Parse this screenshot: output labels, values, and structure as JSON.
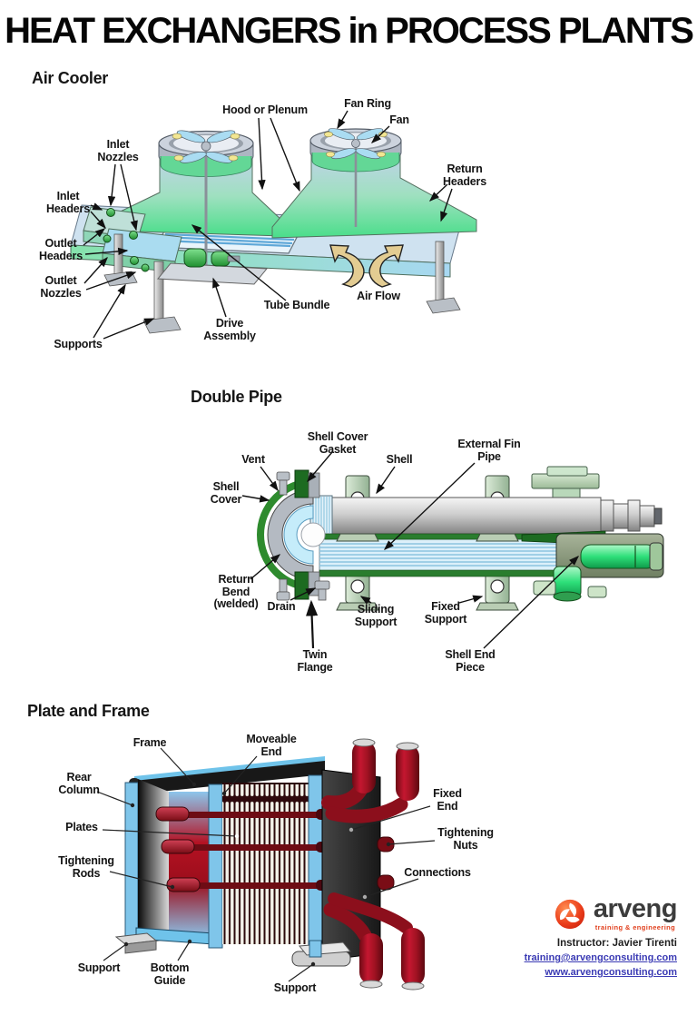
{
  "title": "HEAT EXCHANGERS in PROCESS PLANTS",
  "sections": {
    "air_cooler": {
      "heading": "Air Cooler",
      "labels": {
        "fan_ring": "Fan Ring",
        "fan": "Fan",
        "hood_or_plenum": "Hood or Plenum",
        "return_headers": "Return\nHeaders",
        "inlet_nozzles": "Inlet\nNozzles",
        "inlet_headers": "Inlet\nHeaders",
        "outlet_headers": "Outlet\nHeaders",
        "outlet_nozzles": "Outlet\nNozzles",
        "supports": "Supports",
        "drive_assembly": "Drive\nAssembly",
        "tube_bundle": "Tube Bundle",
        "air_flow": "Air Flow"
      }
    },
    "double_pipe": {
      "heading": "Double Pipe",
      "labels": {
        "shell_cover_gasket": "Shell Cover\nGasket",
        "vent": "Vent",
        "shell_cover": "Shell\nCover",
        "shell": "Shell",
        "external_fin_pipe": "External Fin\nPipe",
        "return_bend": "Return\nBend\n(welded)",
        "drain": "Drain",
        "sliding_support": "Sliding\nSupport",
        "fixed_support": "Fixed\nSupport",
        "twin_flange": "Twin\nFlange",
        "shell_end_piece": "Shell End\nPiece"
      }
    },
    "plate_and_frame": {
      "heading": "Plate and Frame",
      "labels": {
        "frame": "Frame",
        "moveable_end": "Moveable\nEnd",
        "rear_column": "Rear\nColumn",
        "plates": "Plates",
        "tightening_rods": "Tightening\nRods",
        "fixed_end": "Fixed\nEnd",
        "tightening_nuts": "Tightening\nNuts",
        "connections": "Connections",
        "support_left": "Support",
        "bottom_guide": "Bottom\nGuide",
        "support_right": "Support"
      }
    }
  },
  "footer": {
    "logo_text": "arveng",
    "logo_tagline": "training & engineering",
    "instructor": "Instructor: Javier Tirenti",
    "email": "training@arvengconsulting.com",
    "website": "www.arvengconsulting.com"
  },
  "colors": {
    "accent_green": "#35c06a",
    "accent_blue": "#8cc6ec",
    "accent_red": "#b01020",
    "logo_red": "#e1401e",
    "link_blue": "#3a3ab4"
  }
}
